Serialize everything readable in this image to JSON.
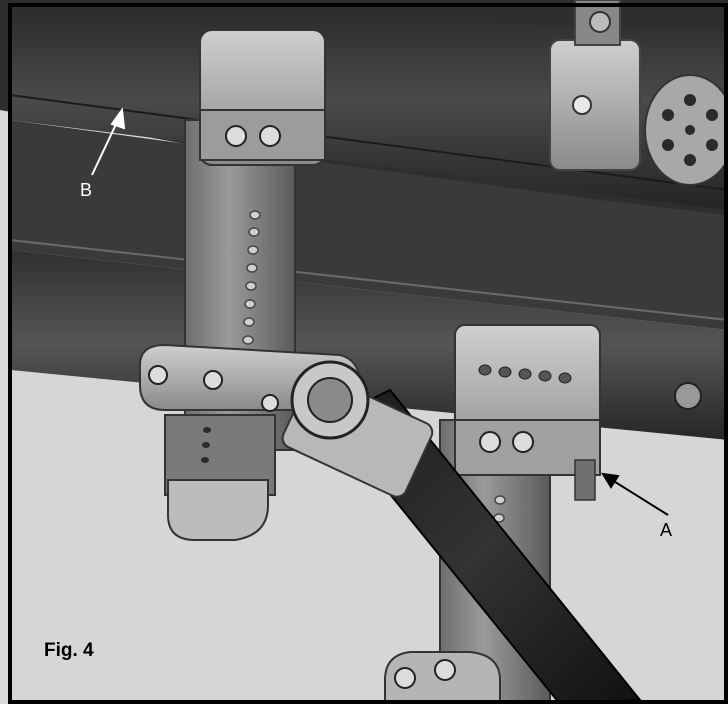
{
  "figure": {
    "caption": "Fig. 4",
    "callouts": [
      {
        "id": "B",
        "label": "B"
      },
      {
        "id": "A",
        "label": "A"
      }
    ],
    "colors": {
      "frame_border": "#000000",
      "background_light": "#d8d8d8",
      "tube_dark": "#3a3a3a",
      "metal_mid": "#8c8c8c",
      "metal_light": "#c4c4c4",
      "arrow": "#ffffff"
    }
  }
}
